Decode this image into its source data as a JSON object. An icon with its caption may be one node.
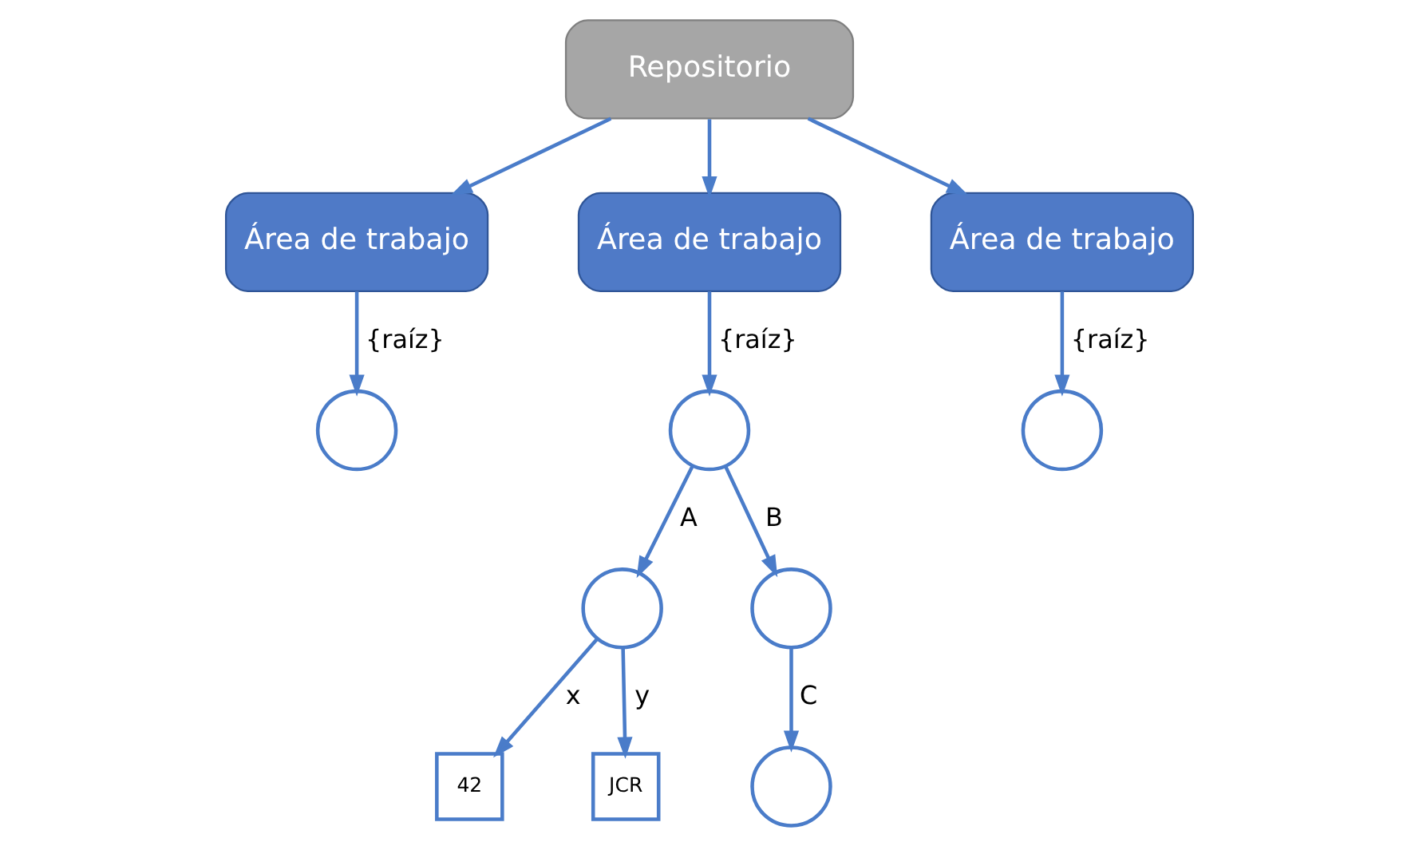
{
  "diagram": {
    "nodes": [
      {
        "text": [
          "Repositorio"
        ]
      },
      {
        "text": [
          "Área de trabajo"
        ]
      },
      {
        "text": [
          "Área de trabajo"
        ]
      },
      {
        "text": [
          "Área de trabajo"
        ]
      },
      {
        "text": [],
        "shape": "circle"
      },
      {
        "text": [],
        "shape": "circle"
      },
      {
        "text": [],
        "shape": "circle"
      },
      {
        "text": [],
        "shape": "circle"
      },
      {
        "text": [],
        "shape": "circle"
      },
      {
        "text": [
          "42"
        ]
      },
      {
        "text": [
          "JCR"
        ]
      },
      {
        "text": [],
        "shape": "circle"
      }
    ],
    "edges": [
      {
        "from": 0,
        "to": 1,
        "arrow": "to"
      },
      {
        "from": 0,
        "to": 2,
        "arrow": "to"
      },
      {
        "from": 0,
        "to": 3,
        "arrow": "to"
      },
      {
        "from": 1,
        "to": 4,
        "arrow": "to",
        "label": "{raíz}"
      },
      {
        "from": 2,
        "to": 5,
        "arrow": "to",
        "label": "{raíz}"
      },
      {
        "from": 3,
        "to": 6,
        "arrow": "to",
        "label": "{raíz}"
      },
      {
        "from": 5,
        "to": 7,
        "arrow": "to",
        "label": "A"
      },
      {
        "from": 5,
        "to": 8,
        "arrow": "to",
        "label": "B"
      },
      {
        "from": 7,
        "to": 9,
        "arrow": "to",
        "label": "x"
      },
      {
        "from": 7,
        "to": 10,
        "arrow": "to",
        "label": "y"
      },
      {
        "from": 8,
        "to": 11,
        "arrow": "to",
        "label": "C"
      }
    ]
  }
}
